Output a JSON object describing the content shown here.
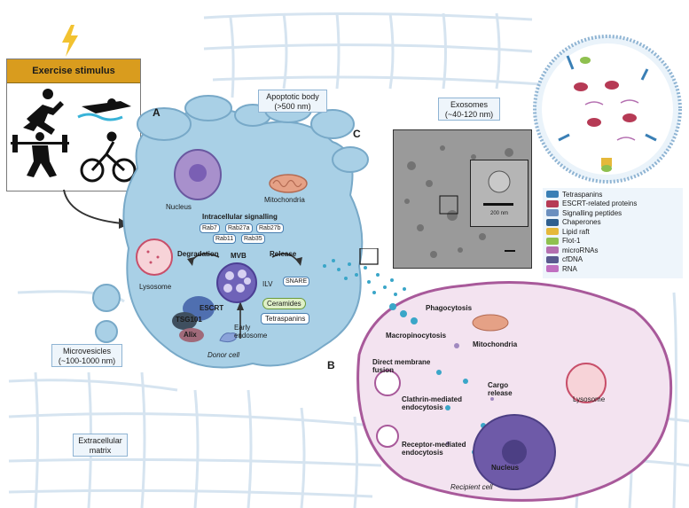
{
  "exercise": {
    "stimulus_label": "Exercise stimulus"
  },
  "panels": {
    "a": "A",
    "b": "B",
    "c": "C"
  },
  "donor": {
    "apoptotic_body": "Apoptotic body\n(>500 nm)",
    "mitochondria": "Mitochondria",
    "nucleus": "Nucleus",
    "intracellular_signalling": "Intracellular signalling",
    "rabs": [
      "Rab7",
      "Rab27a",
      "Rab27b",
      "Rab11",
      "Rab35"
    ],
    "degradation": "Degradation",
    "mvb": "MVB",
    "release": "Release",
    "lysosome": "Lysosome",
    "ilv": "ILV",
    "snare": "SNARE",
    "escrt": "ESCRT",
    "tsg101": "TSG101",
    "alix": "Alix",
    "ceramides": "Ceramides",
    "tetraspanins": "Tetraspanins",
    "early_endosome": "Early\nendosome",
    "donor_cell": "Donor cell",
    "microvesicles": "Microvesicles\n(~100-1000 nm)"
  },
  "exosomes": {
    "label": "Exosomes\n(~40-120 nm)",
    "scale_inset": "200 nm"
  },
  "legend": [
    {
      "label": "Tetraspanins",
      "color": "#3a7fb5"
    },
    {
      "label": "ESCRT-related proteins",
      "color": "#b63a55"
    },
    {
      "label": "Signalling peptides",
      "color": "#6b8fbf"
    },
    {
      "label": "Chaperones",
      "color": "#2f5f8f"
    },
    {
      "label": "Lipid raft",
      "color": "#e5b83a"
    },
    {
      "label": "Flot-1",
      "color": "#8fc04f"
    },
    {
      "label": "microRNAs",
      "color": "#b46fb0"
    },
    {
      "label": "cfDNA",
      "color": "#5a5a8f"
    },
    {
      "label": "RNA",
      "color": "#c06fc0"
    }
  ],
  "recipient": {
    "phagocytosis": "Phagocytosis",
    "macropinocytosis": "Macropinocytosis",
    "mitochondria": "Mitochondria",
    "direct_membrane_fusion": "Direct membrane\nfusion",
    "cargo_release": "Cargo\nrelease",
    "clathrin": "Clathrin-mediated\nendocytosis",
    "lysosome": "Lysosome",
    "receptor": "Receptor-mediated\nendocytosis",
    "nucleus": "Nucleus",
    "recipient_cell": "Recipient cell"
  },
  "ecm": {
    "label": "Extracellular\nmatrix"
  },
  "colors": {
    "donor_cell": "#a9d0e6",
    "recipient_cell": "#f3e3f0",
    "accent": "#d7a21e"
  }
}
